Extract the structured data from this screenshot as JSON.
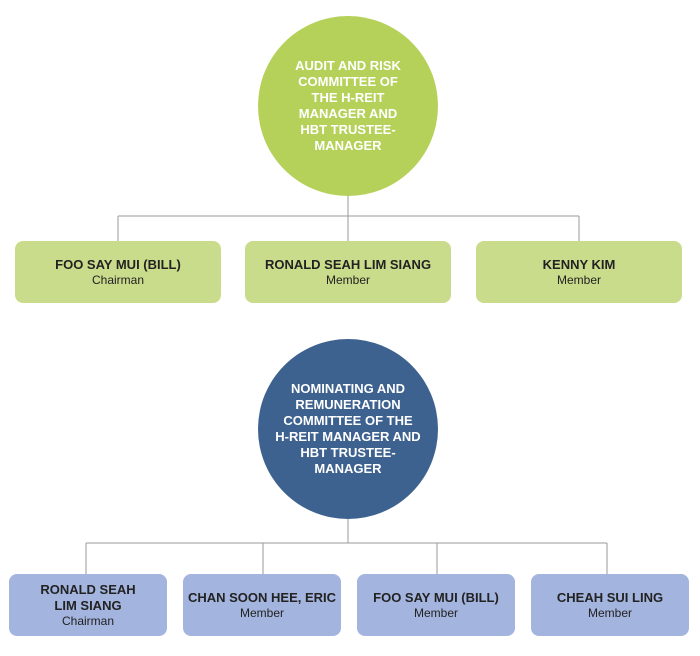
{
  "audit_committee": {
    "title": "AUDIT AND RISK COMMITTEE OF THE H-REIT MANAGER AND HBT TRUSTEE-MANAGER",
    "color": "#b5d15a",
    "member_color": "#c9dc8b",
    "members": [
      {
        "name": "FOO SAY MUI (BILL)",
        "role": "Chairman"
      },
      {
        "name": "RONALD SEAH LIM SIANG",
        "role": "Member"
      },
      {
        "name": "KENNY KIM",
        "role": "Member"
      }
    ]
  },
  "nominating_committee": {
    "title": "NOMINATING AND REMUNERATION COMMITTEE OF THE H-REIT MANAGER AND HBT TRUSTEE-MANAGER",
    "color": "#3e628f",
    "member_color": "#a3b4de",
    "members": [
      {
        "name": "RONALD SEAH LIM SIANG",
        "role": "Chairman"
      },
      {
        "name": "CHAN SOON HEE, ERIC",
        "role": "Member"
      },
      {
        "name": "FOO SAY MUI (BILL)",
        "role": "Member"
      },
      {
        "name": "CHEAH SUI LING",
        "role": "Member"
      }
    ]
  }
}
